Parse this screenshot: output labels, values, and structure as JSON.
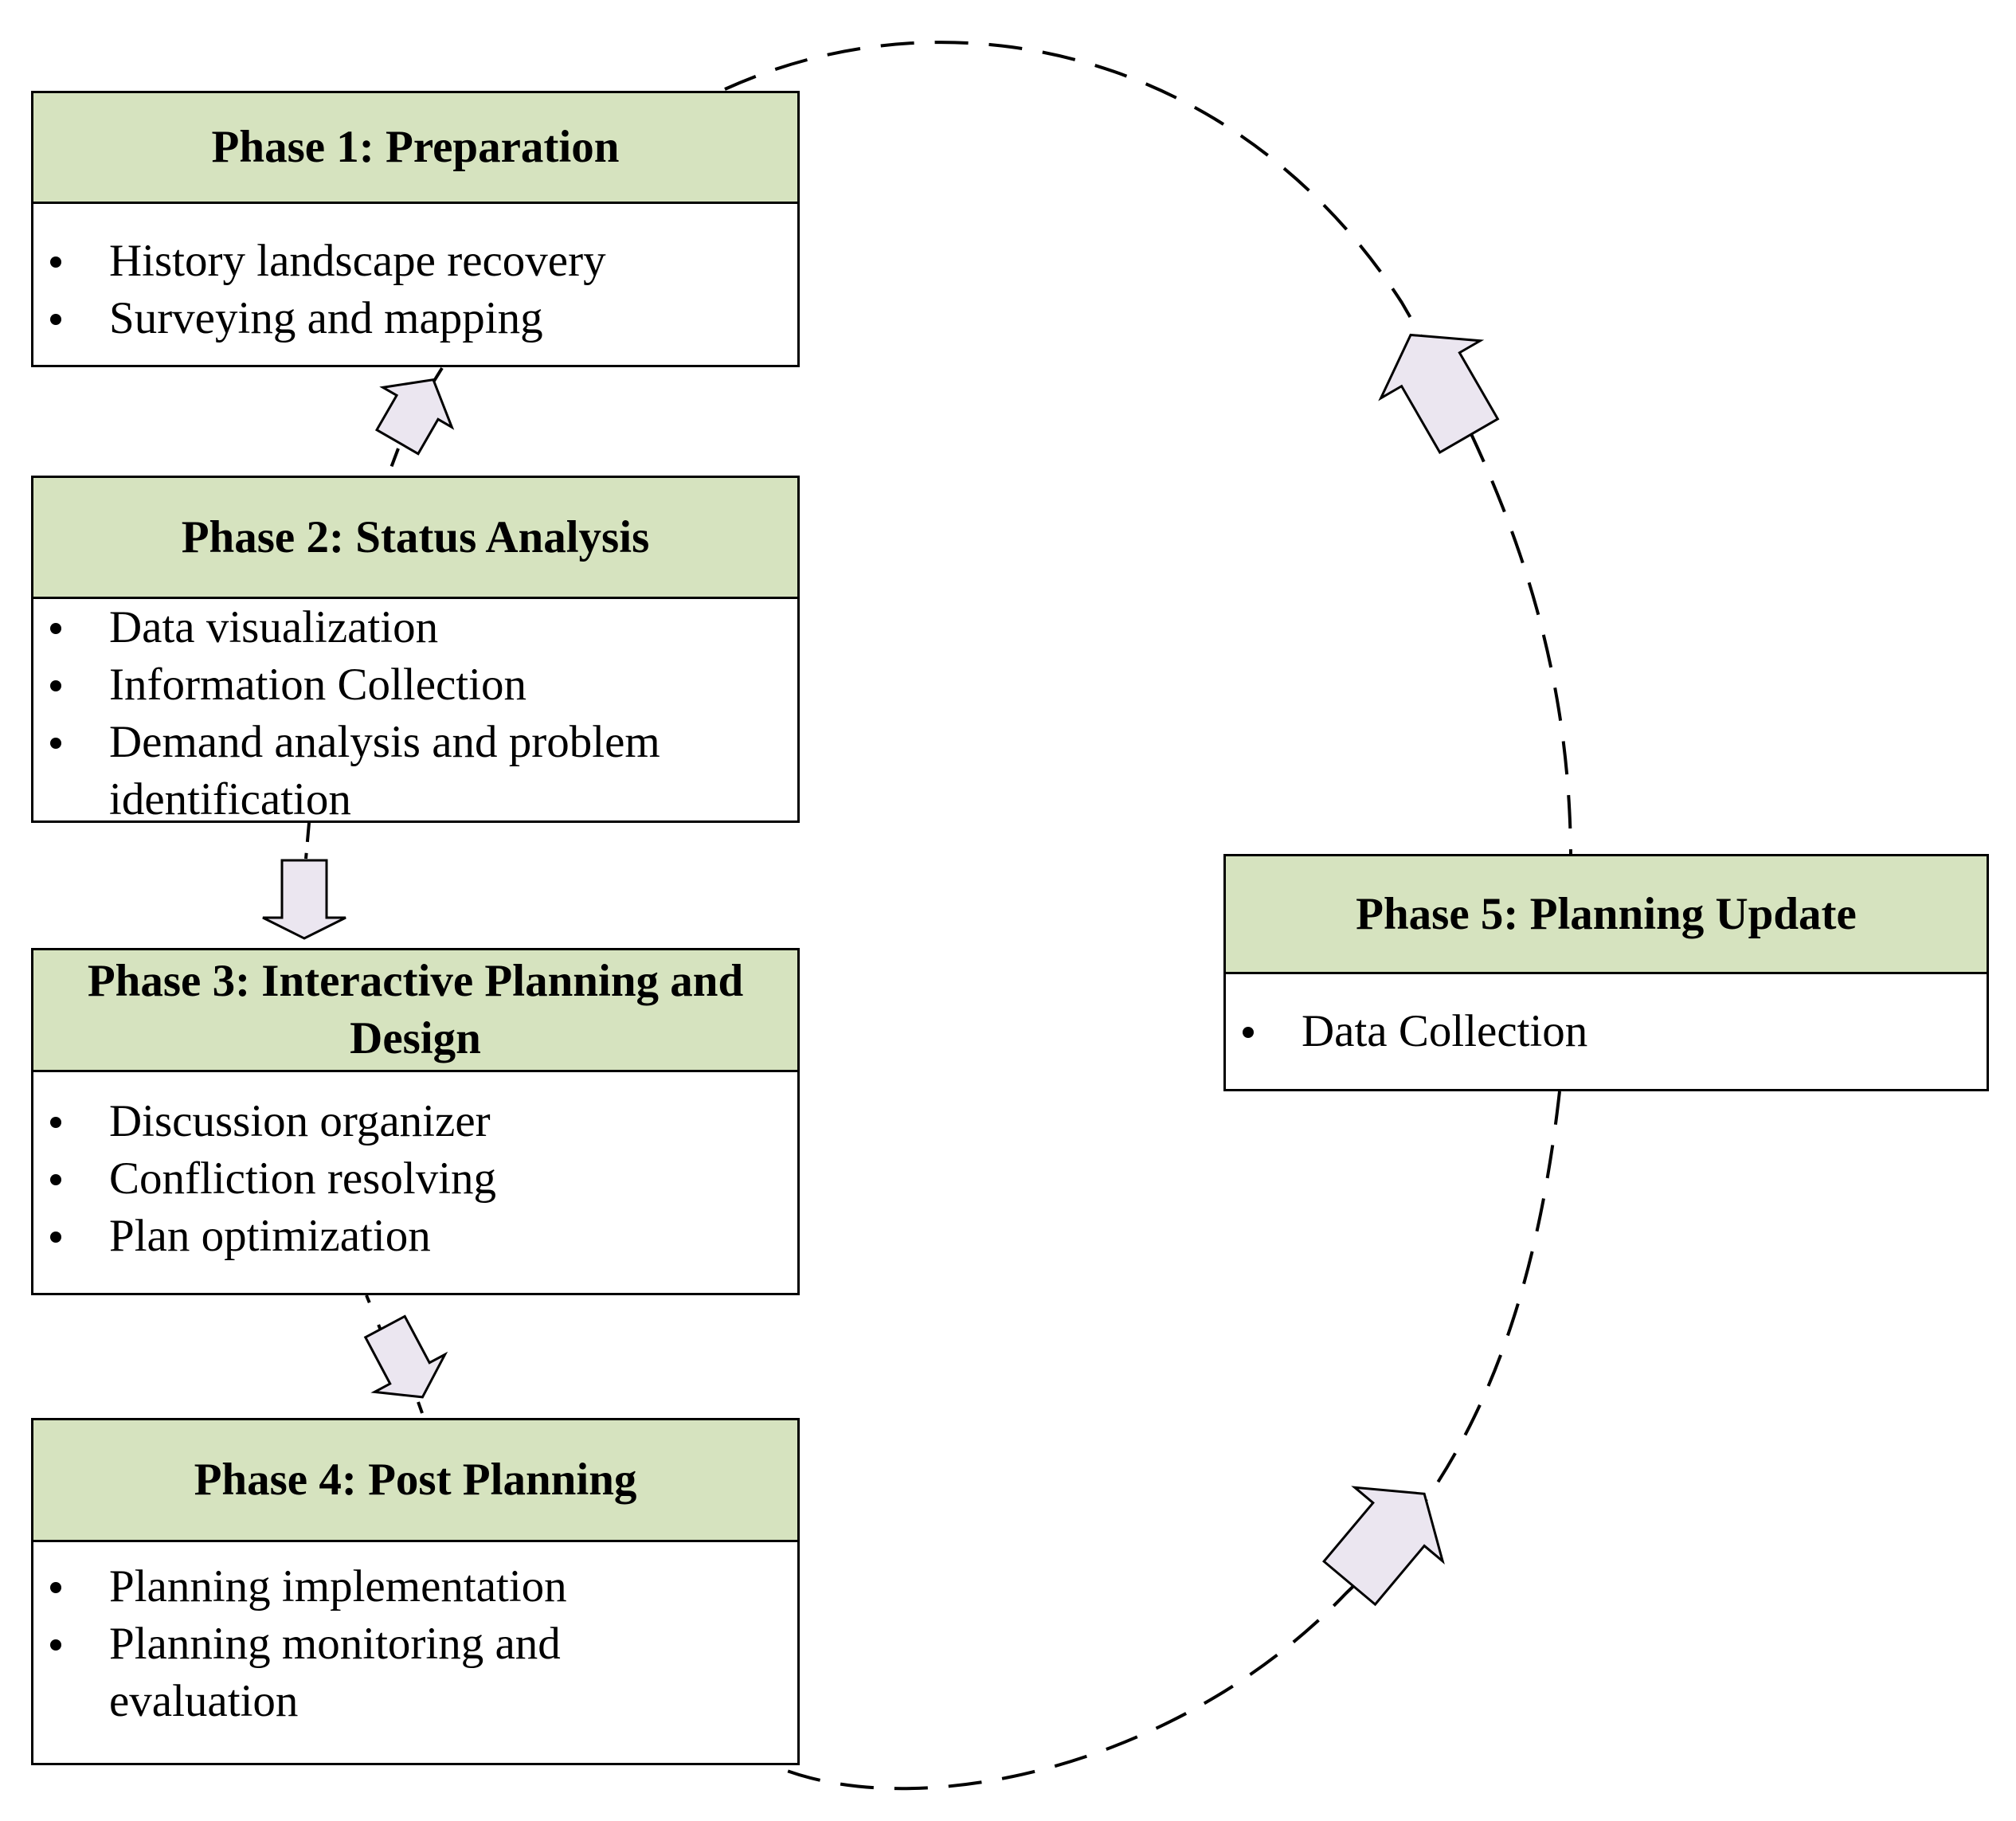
{
  "phases": [
    {
      "title": "Phase 1: Preparation",
      "items": [
        "History landscape recovery",
        "Surveying and mapping"
      ]
    },
    {
      "title": "Phase 2: Status Analysis",
      "items": [
        "Data visualization",
        "Information Collection",
        "Demand analysis and problem identification"
      ]
    },
    {
      "title": "Phase 3: Interactive Planning and Design",
      "items": [
        "Discussion organizer",
        "Confliction resolving",
        "Plan optimization"
      ]
    },
    {
      "title": "Phase 4: Post Planning",
      "items": [
        "Planning implementation",
        "Planning monitoring and evaluation"
      ]
    },
    {
      "title": "Phase 5: Planning Update",
      "items": [
        "Data Collection"
      ]
    }
  ],
  "colors": {
    "header_fill": "#d6e3bf",
    "arrow_fill": "#ebe6f0",
    "stroke": "#000000"
  }
}
